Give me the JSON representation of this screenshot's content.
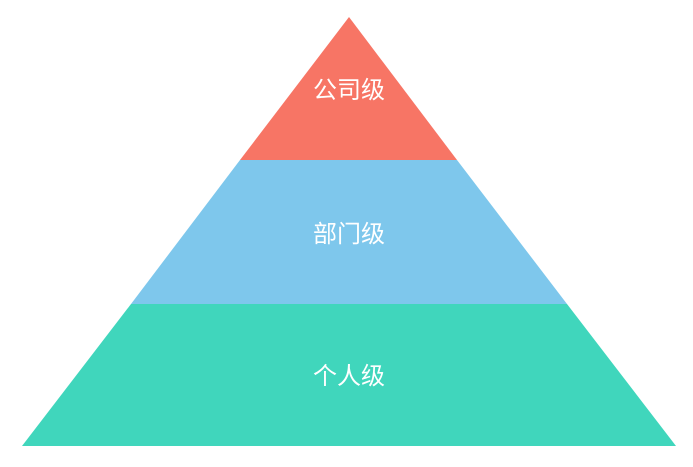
{
  "pyramid": {
    "tiers": [
      {
        "label": "公司级",
        "color": "#F77565"
      },
      {
        "label": "部门级",
        "color": "#7EC7EC"
      },
      {
        "label": "个人级",
        "color": "#40D6BC"
      }
    ]
  }
}
